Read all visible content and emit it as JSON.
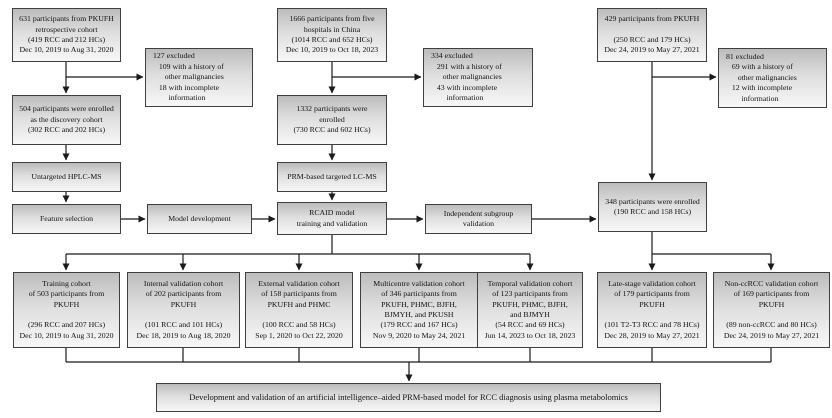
{
  "colors": {
    "background": "#ffffff",
    "box_gradient_top": "#bcbcbc",
    "box_gradient_bottom": "#f7f7f7",
    "box_border": "#3f3f3f",
    "connector_line": "#1a1a1a",
    "text": "#111111"
  },
  "boxes": {
    "pkufh_retrospective": {
      "lines": [
        "631 participants from PKUFH",
        "retrospective cohort",
        "(419 RCC and 212 HCs)",
        "Dec 10, 2019 to Aug 31, 2020"
      ]
    },
    "excluded_127": {
      "lines": [
        "127 excluded",
        "   109 with a history of",
        "      other malignancies",
        "   18 with incomplete",
        "        information"
      ]
    },
    "discovery_cohort": {
      "lines": [
        "504 participants were enrolled",
        "as the discovery cohort",
        "(302 RCC and 202 HCs)"
      ]
    },
    "untargeted_hplc_ms": {
      "lines": [
        "Untargeted HPLC-MS"
      ]
    },
    "feature_selection": {
      "lines": [
        "Feature selection"
      ]
    },
    "model_development": {
      "lines": [
        "Model development"
      ]
    },
    "five_hospitals": {
      "lines": [
        "1666 participants from five",
        "hospitals in China",
        "(1014 RCC and 652 HCs)",
        "Dec 10, 2019 to Oct 18, 2023"
      ]
    },
    "excluded_334": {
      "lines": [
        "334 excluded",
        "   291 with a history of",
        "      other malignancies",
        "   43 with incomplete",
        "        information"
      ]
    },
    "enrolled_1332": {
      "lines": [
        "1332 participants were",
        "enrolled",
        "(730 RCC and 602 HCs)"
      ]
    },
    "prm_targeted_lc_ms": {
      "lines": [
        "PRM-based targeted LC-MS"
      ]
    },
    "rcaid_model": {
      "lines": [
        "RCAID model",
        "training and validation"
      ]
    },
    "independent_subgroup": {
      "lines": [
        "Independent subgroup",
        "validation"
      ]
    },
    "pkufh_429": {
      "lines": [
        "429 participants from PKUFH",
        "",
        "(250 RCC and 179 HCs)",
        "Dec 24, 2019 to May 27, 2021"
      ]
    },
    "excluded_81": {
      "lines": [
        "81 excluded",
        "   69 with a history of",
        "      other malignancies",
        "   12 with incomplete",
        "        information"
      ]
    },
    "enrolled_348": {
      "lines": [
        "348 participants were enrolled",
        "(190 RCC and 158 HCs)"
      ]
    },
    "training_cohort": {
      "lines": [
        "Training cohort",
        "of 503 participants from",
        "PKUFH",
        "",
        "(296 RCC and 207 HCs)",
        "Dec 10, 2019 to Aug 31, 2020"
      ]
    },
    "internal_validation": {
      "lines": [
        "Internal validation cohort",
        "of 202 participants from",
        "PKUFH",
        "",
        "(101 RCC and 101 HCs)",
        "Dec 18, 2019 to Aug 18, 2020"
      ]
    },
    "external_validation": {
      "lines": [
        "External validation cohort",
        "of 158 participants from",
        "PKUFH and PHMC",
        "",
        "(100 RCC and 58 HCs)",
        "Sep 1, 2020 to Oct 22, 2020"
      ]
    },
    "multicentre_validation": {
      "lines": [
        "Multicentre validation cohort",
        "of 346 participants from",
        "PKUFH, PHMC, BJFH,",
        "BJMYH, and PKUSH",
        "(179 RCC and 167 HCs)",
        "Nov 9, 2020 to May 24, 2021"
      ]
    },
    "temporal_validation": {
      "lines": [
        "Temporal validation cohort",
        "of 123 participants from",
        "PKUFH, PHMC, BJFH,",
        "and BJMYH",
        "(54 RCC and 69 HCs)",
        "Jun 14, 2023 to Oct 18, 2023"
      ]
    },
    "late_stage_validation": {
      "lines": [
        "Late-stage validation cohort",
        "of 179 participants from",
        "PKUFH",
        "",
        "(101 T2-T3 RCC and 78 HCs)",
        "Dec 28, 2019 to May 27, 2021"
      ]
    },
    "non_ccrcc_validation": {
      "lines": [
        "Non-ccRCC validation cohort",
        "of 169 participants from",
        "PKUFH",
        "",
        "(89 non-ccRCC and 80 HCs)",
        "Dec 24, 2019 to May 27, 2021"
      ]
    },
    "conclusion": {
      "lines": [
        "Development and validation of an artificial intelligence–aided PRM-based model for RCC diagnosis using plasma metabolomics"
      ]
    }
  }
}
